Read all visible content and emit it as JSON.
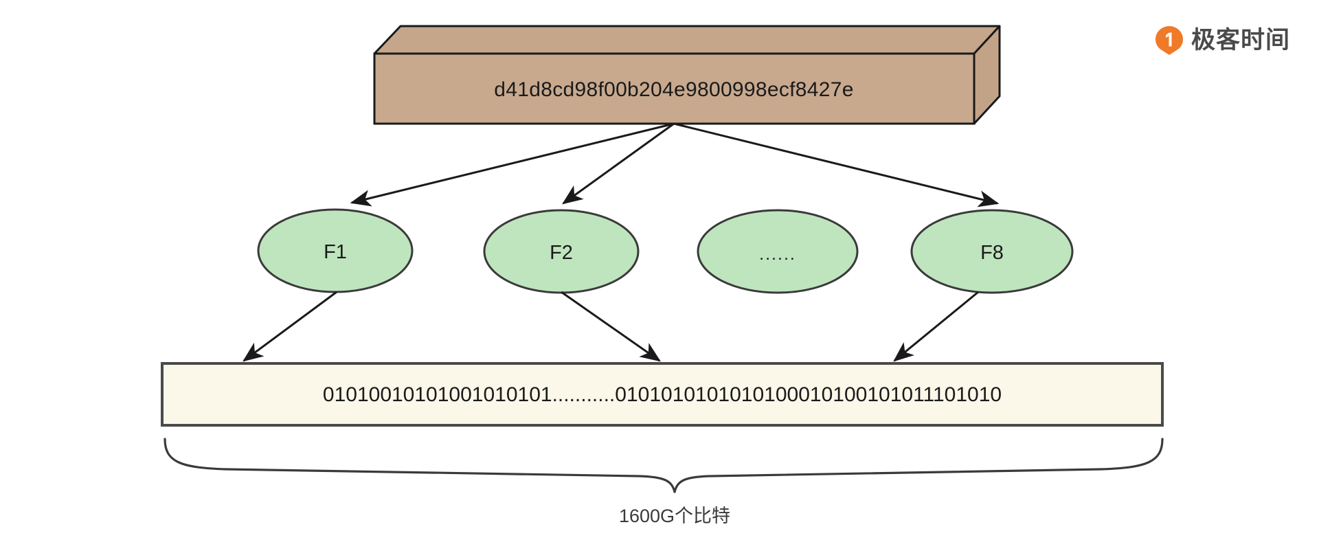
{
  "diagram": {
    "type": "hash-fanout-diagram",
    "title_hash": "d41d8cd98f00b204e9800998ecf8427e",
    "hash_block": {
      "label": "d41d8cd98f00b204e9800998ecf8427e",
      "fill_front": "#c8a98e",
      "fill_top": "#c5a68a",
      "fill_side": "#c3a387",
      "stroke": "#1a1a1a"
    },
    "nodes": [
      {
        "id": "f1",
        "label": "F1",
        "fill": "#bfe5bf",
        "stroke": "#3a3a3a"
      },
      {
        "id": "f2",
        "label": "F2",
        "fill": "#bfe5bf",
        "stroke": "#3a3a3a"
      },
      {
        "id": "ellipsis",
        "label": "......",
        "fill": "#bfe5bf",
        "stroke": "#3a3a3a"
      },
      {
        "id": "f8",
        "label": "F8",
        "fill": "#bfe5bf",
        "stroke": "#3a3a3a"
      }
    ],
    "bit_bar": {
      "segment_left": "01010010101001010101",
      "separator": "...........",
      "segment_right": "0101010101010100010100101011101010",
      "full_text": "01010010101001010101...........0101010101010100010100101011101010",
      "fill": "#fbf7e9",
      "stroke": "#4a4a4a"
    },
    "brace_caption": "1600G个比特",
    "arrows": {
      "from_block_to_nodes": 3,
      "from_nodes_to_bar": 3,
      "color": "#1a1a1a"
    }
  },
  "branding": {
    "logo_text": "极客时间",
    "logo_icon": "geektime-circle-icon",
    "accent_color": "#ef7a28",
    "text_color": "#4a4a4a"
  }
}
